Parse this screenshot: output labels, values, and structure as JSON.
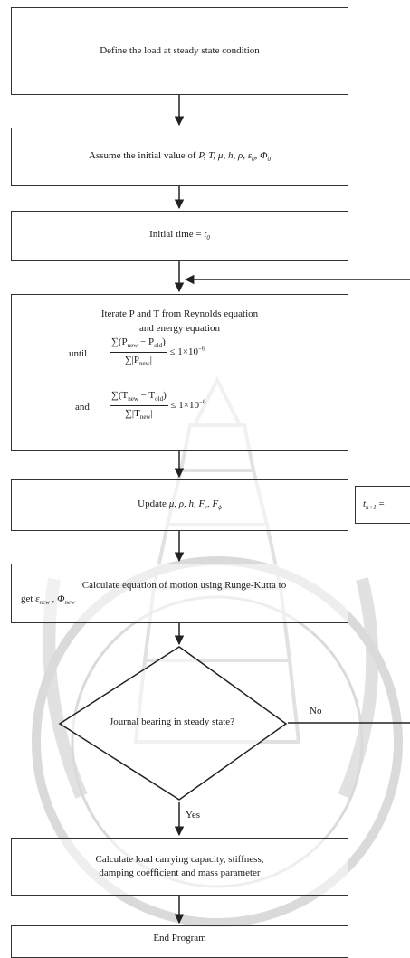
{
  "steps": {
    "define": "Define the load at  steady state condition",
    "assume_prefix": "Assume the initial value of ",
    "assume_vars": "P, T, μ, h, ρ, ε",
    "assume_sub0": "0",
    "assume_phi": ", Φ",
    "assume_sub1": "0",
    "initial_time": "Initial time = ",
    "initial_t": "t",
    "initial_t_sub": "0",
    "iterate_line1": "Iterate P and T from Reynolds equation",
    "iterate_line2": "and energy equation",
    "until_label": "until",
    "and_label": "and",
    "cond_p_num": "∑(P",
    "cond_p_new": "new",
    "cond_p_mid": " − P",
    "cond_p_old": "old",
    "cond_p_close": ")",
    "cond_p_den": "∑|P",
    "cond_p_den_sub": "new",
    "cond_p_den_close": "|",
    "cond_t_num": "∑(T",
    "cond_t_new": "new",
    "cond_t_mid": " − T",
    "cond_t_old": "old",
    "cond_t_close": ")",
    "cond_t_den": "∑|T",
    "cond_t_den_sub": "new",
    "cond_t_den_close": "|",
    "tolerance": "≤ 1×10",
    "tolerance_exp": "−6",
    "update_prefix": "Update ",
    "update_vars": "μ, ρ, h, F",
    "update_sub1": "r",
    "update_mid": ", F",
    "update_sub2": "ϕ",
    "side_box_t": "t",
    "side_box_sub": "n+1",
    "side_box_eq": " =",
    "motion_line1": "Calculate equation of motion using Runge-Kutta to",
    "motion_line2": "get  ",
    "motion_eps": "ε",
    "motion_eps_sub": "new",
    "motion_sep": " , ",
    "motion_phi": "Φ",
    "motion_phi_sub": "new",
    "decision": "Journal bearing in  steady state?",
    "no_label": "No",
    "yes_label": "Yes",
    "calculate_line1": "Calculate  load carrying capacity, stiffness,",
    "calculate_line2": "damping coefficient and mass parameter",
    "end": "End Program"
  }
}
